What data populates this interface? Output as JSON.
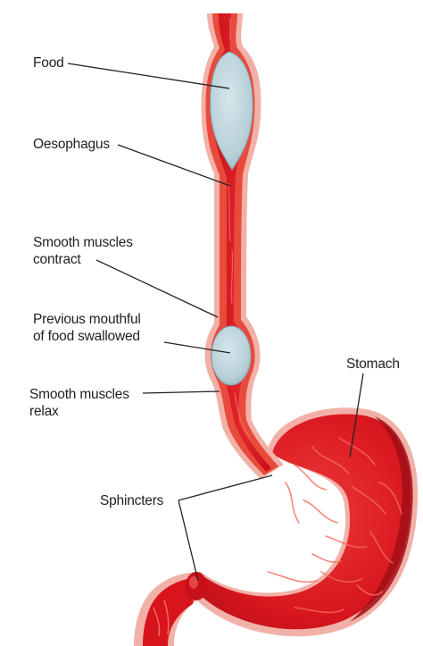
{
  "labels": {
    "food": "Food",
    "oesophagus": "Oesophagus",
    "contract_1": "Smooth muscles",
    "contract_2": "contract",
    "previous_1": "Previous mouthful",
    "previous_2": "of food swallowed",
    "relax_1": "Smooth muscles",
    "relax_2": "relax",
    "stomach": "Stomach",
    "sphincters": "Sphincters"
  },
  "colors": {
    "tube_outer": "#f0a8a0",
    "tube_wall": "#e84a3c",
    "tube_inner": "#d8141c",
    "stomach_dark": "#b8141c",
    "bolus": "#b9d3da",
    "leader_line": "#222222"
  }
}
